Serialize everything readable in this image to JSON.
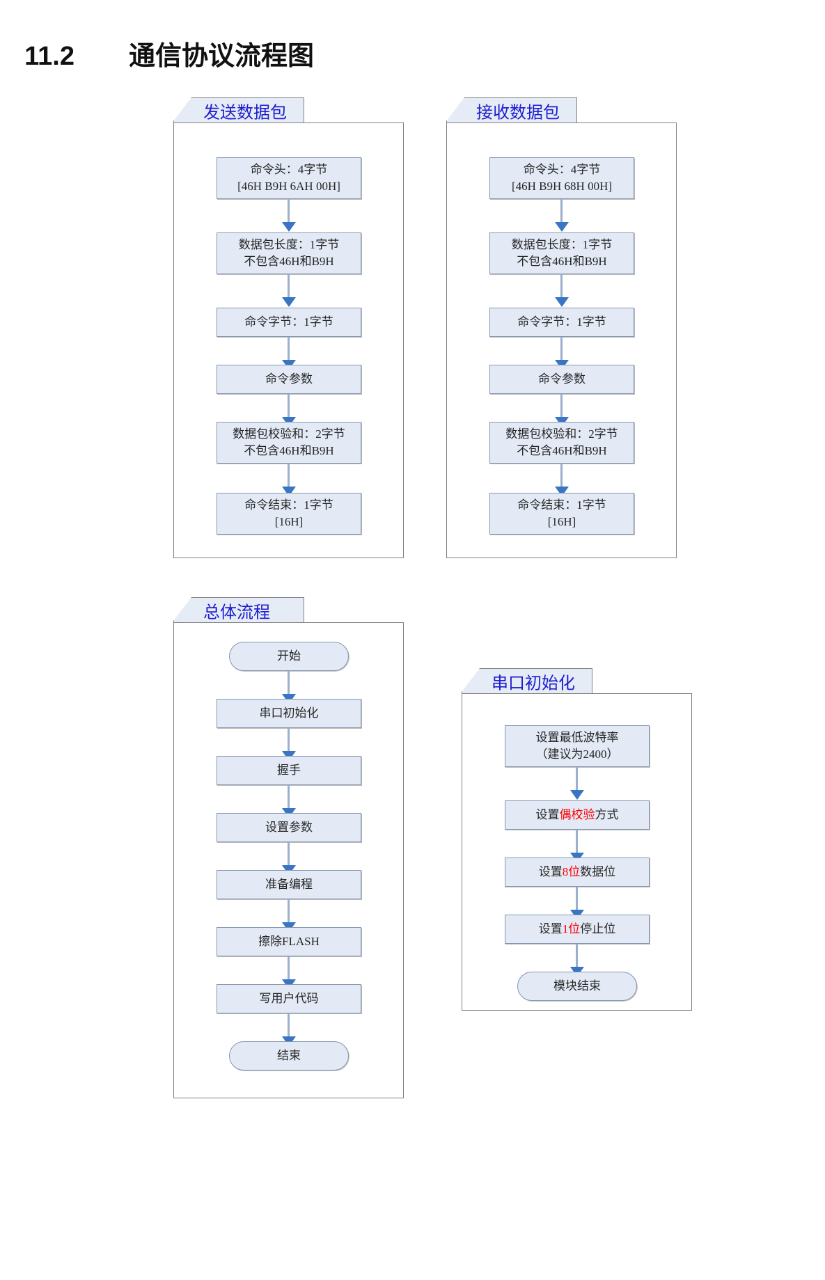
{
  "page": {
    "title_number": "11.2",
    "title_text": "通信协议流程图"
  },
  "groups": [
    {
      "id": "send-packet",
      "title": "发送数据包",
      "nodes": [
        {
          "name": "command-header",
          "line1": "命令头：4字节",
          "line2": "[46H B9H 6AH 00H]"
        },
        {
          "name": "packet-length",
          "line1": "数据包长度：1字节",
          "line2": "不包含46H和B9H"
        },
        {
          "name": "command-byte",
          "line1": "命令字节：1字节",
          "line2": ""
        },
        {
          "name": "command-params",
          "line1": "命令参数",
          "line2": ""
        },
        {
          "name": "packet-checksum",
          "line1": "数据包校验和：2字节",
          "line2": "不包含46H和B9H"
        },
        {
          "name": "command-end",
          "line1": "命令结束：1字节",
          "line2": "[16H]"
        }
      ]
    },
    {
      "id": "receive-packet",
      "title": "接收数据包",
      "nodes": [
        {
          "name": "command-header",
          "line1": "命令头：4字节",
          "line2": "[46H B9H 68H 00H]"
        },
        {
          "name": "packet-length",
          "line1": "数据包长度：1字节",
          "line2": "不包含46H和B9H"
        },
        {
          "name": "command-byte",
          "line1": "命令字节：1字节",
          "line2": ""
        },
        {
          "name": "command-params",
          "line1": "命令参数",
          "line2": ""
        },
        {
          "name": "packet-checksum",
          "line1": "数据包校验和：2字节",
          "line2": "不包含46H和B9H"
        },
        {
          "name": "command-end",
          "line1": "命令结束：1字节",
          "line2": "[16H]"
        }
      ]
    },
    {
      "id": "overall-flow",
      "title": "总体流程",
      "nodes": [
        {
          "name": "start",
          "line1": "开始",
          "line2": "",
          "shape": "terminator"
        },
        {
          "name": "serial-init",
          "line1": "串口初始化",
          "line2": ""
        },
        {
          "name": "handshake",
          "line1": "握手",
          "line2": ""
        },
        {
          "name": "set-params",
          "line1": "设置参数",
          "line2": ""
        },
        {
          "name": "prepare-program",
          "line1": "准备编程",
          "line2": ""
        },
        {
          "name": "erase-flash",
          "line1": "擦除FLASH",
          "line2": ""
        },
        {
          "name": "write-user-code",
          "line1": "写用户代码",
          "line2": ""
        },
        {
          "name": "end",
          "line1": "结束",
          "line2": "",
          "shape": "terminator"
        }
      ]
    },
    {
      "id": "serial-init",
      "title": "串口初始化",
      "nodes": [
        {
          "name": "set-baudrate",
          "line1": "设置最低波特率",
          "line2": "（建议为2400）"
        },
        {
          "name": "set-parity",
          "pre": "设置",
          "hl": "偶校验",
          "post": "方式",
          "line2": ""
        },
        {
          "name": "set-databits",
          "pre": "设置",
          "hl": "8位",
          "post": "数据位",
          "line2": ""
        },
        {
          "name": "set-stopbits",
          "pre": "设置",
          "hl": "1位",
          "post": "停止位",
          "line2": ""
        },
        {
          "name": "module-end",
          "line1": "模块结束",
          "line2": "",
          "shape": "terminator"
        }
      ]
    }
  ],
  "colors": {
    "group_title": "#1d1dd0",
    "node_fill": "#e3eaf6",
    "node_border": "#8496b0",
    "arrow": "#3a75c4",
    "highlight": "#ff0000",
    "text": "#262626"
  }
}
